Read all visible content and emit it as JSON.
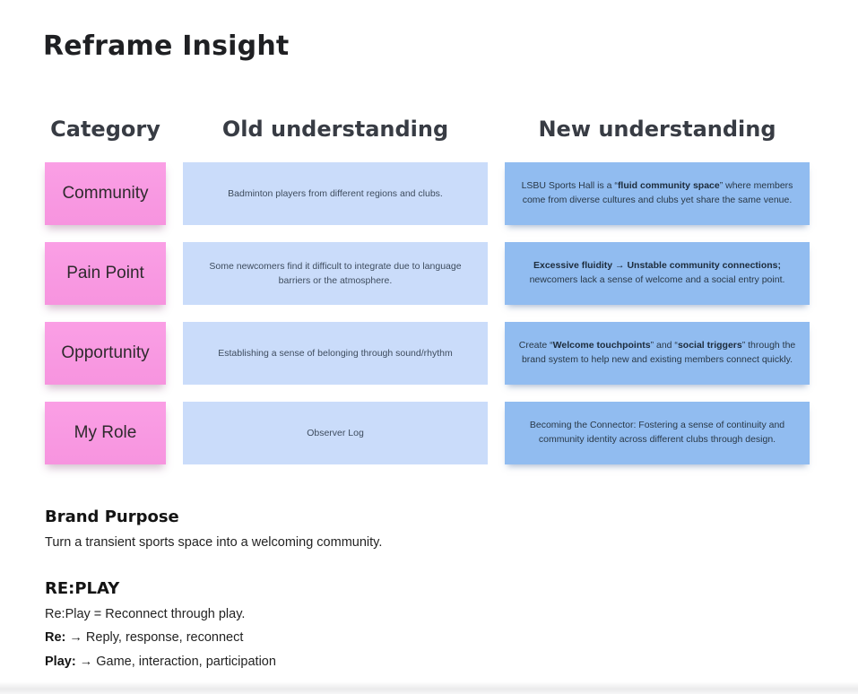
{
  "page": {
    "title": "Reframe Insight"
  },
  "colors": {
    "category_pink": "#F897E1",
    "old_card_blue": "#CADCFA",
    "new_card_blue": "#91BCF0",
    "heading_text": "#383C44"
  },
  "table": {
    "headers": {
      "category": "Category",
      "old": "Old understanding",
      "new": "New understanding"
    },
    "rows": [
      {
        "category": "Community",
        "old": "Badminton players from different regions and clubs.",
        "new_segments": [
          {
            "t": "LSBU Sports Hall is a “",
            "b": false
          },
          {
            "t": "fluid community space",
            "b": true
          },
          {
            "t": "” where members come from diverse cultures and clubs yet share the same venue.",
            "b": false
          }
        ]
      },
      {
        "category": "Pain Point",
        "old": "Some newcomers find it difficult to integrate due to language barriers or the atmosphere.",
        "new_segments": [
          {
            "t": "Excessive fluidity → Unstable community connections;",
            "b": true
          },
          {
            "t": " newcomers lack a sense of welcome and a social entry point.",
            "b": false
          }
        ]
      },
      {
        "category": "Opportunity",
        "old": "Establishing a sense of belonging through sound/rhythm",
        "new_segments": [
          {
            "t": "Create “",
            "b": false
          },
          {
            "t": "Welcome touchpoints",
            "b": true
          },
          {
            "t": "” and “",
            "b": false
          },
          {
            "t": "social triggers",
            "b": true
          },
          {
            "t": "” through the brand system to help new and existing members connect quickly.",
            "b": false
          }
        ]
      },
      {
        "category": "My Role",
        "old": "Observer Log",
        "new_segments": [
          {
            "t": "Becoming the Connector: Fostering a sense of continuity and community identity across different clubs through design.",
            "b": false
          }
        ]
      }
    ]
  },
  "brand_purpose": {
    "heading": "Brand Purpose",
    "body": "Turn a transient sports space into a welcoming community."
  },
  "replay": {
    "heading": "RE:PLAY",
    "lines": [
      [
        {
          "t": "Re:Play = Reconnect through play.",
          "b": false
        }
      ],
      [
        {
          "t": "Re:",
          "b": true
        },
        {
          "t": " → Reply, response, reconnect",
          "b": false
        }
      ],
      [
        {
          "t": "Play:",
          "b": true
        },
        {
          "t": " → Game, interaction, participation",
          "b": false
        }
      ]
    ]
  }
}
